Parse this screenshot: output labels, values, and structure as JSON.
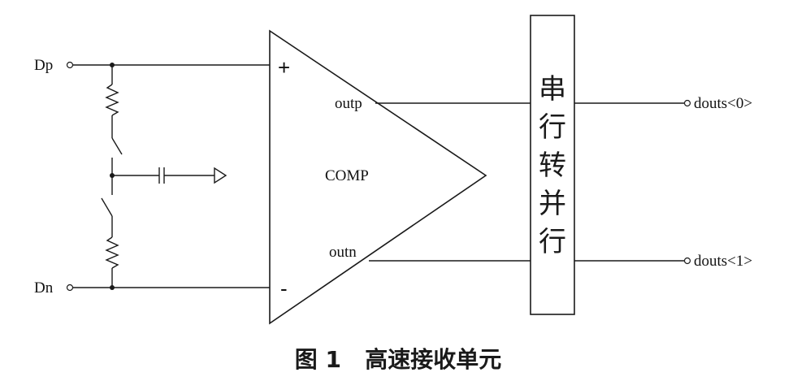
{
  "inputs": {
    "dp": "Dp",
    "dn": "Dn"
  },
  "comparator": {
    "label": "COMP",
    "plus": "+",
    "minus": "-",
    "out_p": "outp",
    "out_n": "outn"
  },
  "deserializer": {
    "chars": [
      "串",
      "行",
      "转",
      "并",
      "行"
    ]
  },
  "outputs": {
    "dout0": "douts<0>",
    "dout1": "douts<1>"
  },
  "caption": "图 1   高速接收单元"
}
